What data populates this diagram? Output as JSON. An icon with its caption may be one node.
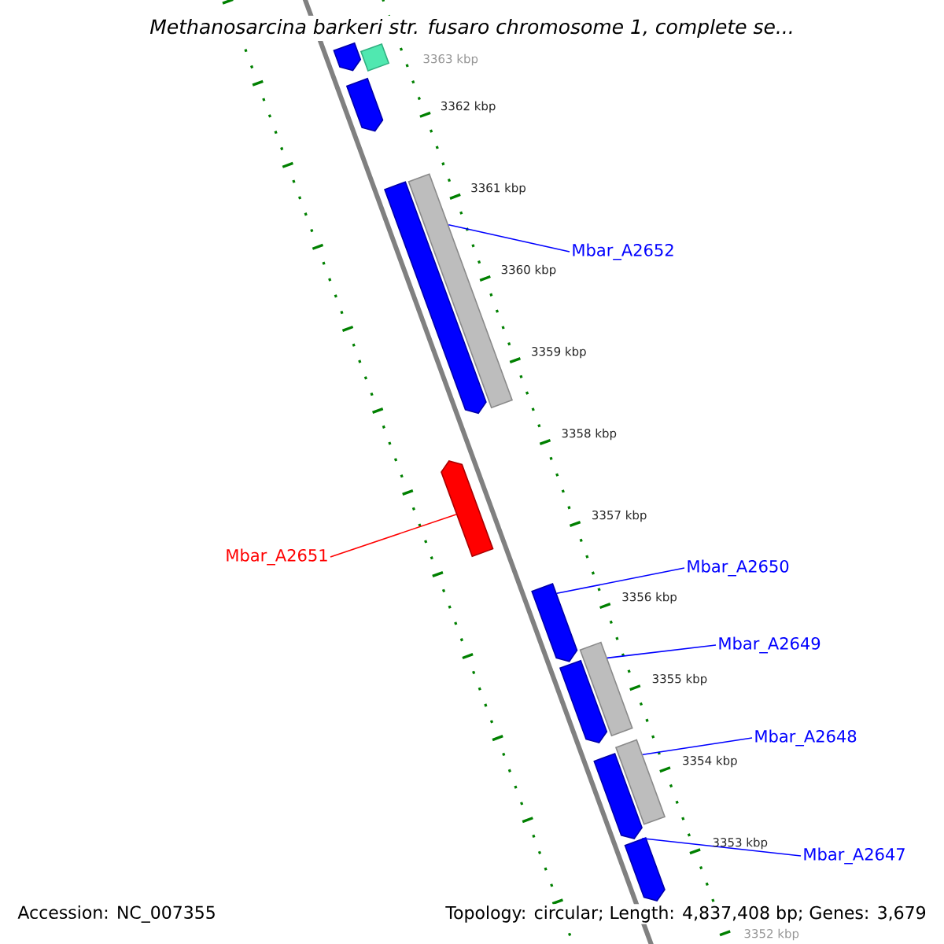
{
  "diagram": {
    "title": "Methanosarcina barkeri str. fusaro chromosome 1, complete se...",
    "nodes": [
      {
        "text": [],
        "shape": "bar"
      },
      {
        "text": [],
        "shape": "arrow"
      },
      {
        "text": [],
        "shape": "arrow"
      },
      {
        "text": [
          "Mbar_A2652"
        ]
      },
      {
        "text": [],
        "shape": "bar"
      },
      {
        "text": [],
        "shape": "arrow"
      },
      {
        "text": [
          "Mbar_A2651"
        ]
      },
      {
        "text": [],
        "shape": "arrow"
      },
      {
        "text": [
          "Mbar_A2650"
        ]
      },
      {
        "text": [],
        "shape": "arrow"
      },
      {
        "text": [
          "Mbar_A2649"
        ]
      },
      {
        "text": [],
        "shape": "bar"
      },
      {
        "text": [],
        "shape": "arrow"
      },
      {
        "text": [
          "Mbar_A2648"
        ]
      },
      {
        "text": [],
        "shape": "bar"
      },
      {
        "text": [],
        "shape": "arrow"
      },
      {
        "text": [
          "Mbar_A2647"
        ]
      },
      {
        "text": [],
        "shape": "arrow"
      }
    ],
    "edges": [
      {
        "from": 3,
        "to": 4,
        "arrow": "none"
      },
      {
        "from": 6,
        "to": 7,
        "arrow": "none",
        "color": "#ff0000"
      },
      {
        "from": 8,
        "to": 9,
        "arrow": "none"
      },
      {
        "from": 10,
        "to": 11,
        "arrow": "none"
      },
      {
        "from": 13,
        "to": 14,
        "arrow": "none"
      },
      {
        "from": 16,
        "to": 17,
        "arrow": "none"
      }
    ],
    "labels": [
      "3363 kbp",
      "3362 kbp",
      "3361 kbp",
      "3360 kbp",
      "3359 kbp",
      "3358 kbp",
      "3357 kbp",
      "3356 kbp",
      "3355 kbp",
      "3354 kbp",
      "3353 kbp",
      "3352 kbp",
      "Accession: NC_007355",
      "Topology: circular; Length: 4,837,408 bp; Genes: 3,679"
    ]
  }
}
